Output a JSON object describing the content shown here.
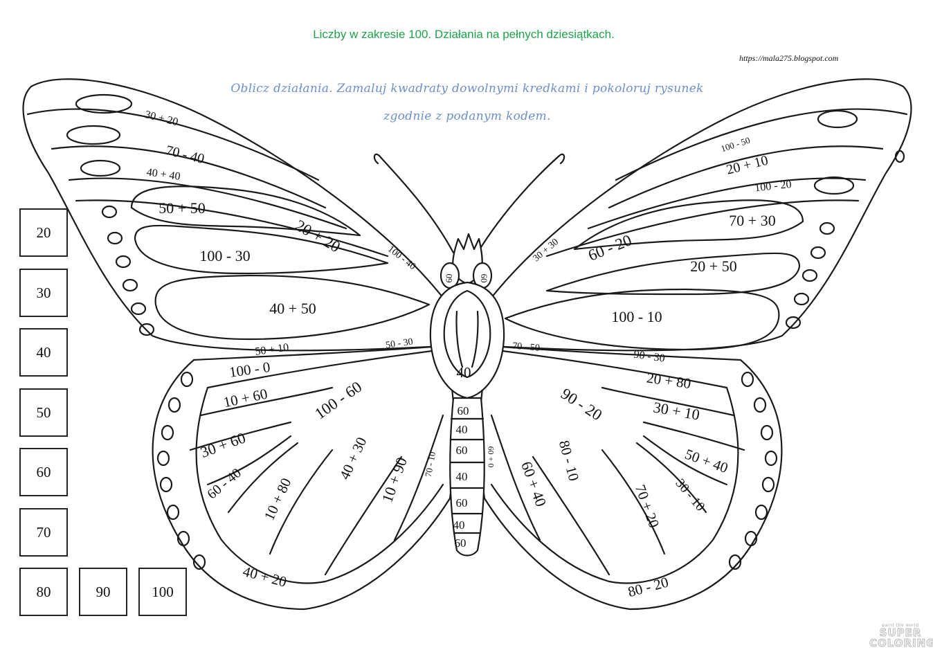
{
  "title": "Liczby w zakresie 100. Działania na pełnych dziesiątkach.",
  "url": "https://mala275.blogspot.com",
  "instructions": {
    "line1": "Oblicz działania. Zamaluj kwadraty dowolnymi kredkami i pokoloruj rysunek",
    "line2": "zgodnie z podanym kodem."
  },
  "legend": [
    "20",
    "30",
    "40",
    "50",
    "60",
    "70",
    "80",
    "90",
    "100"
  ],
  "labels": [
    "30 + 20",
    "70 - 40",
    "40 + 40",
    "50 + 50",
    "20 + 20",
    "100 - 30",
    "100 - 40",
    "40 + 50",
    "50 + 10",
    "50 - 30",
    "100 - 0",
    "10 + 60",
    "100 - 60",
    "30 + 60",
    "60 - 40",
    "10 + 80",
    "40 + 30",
    "10 + 90",
    "70 - 10",
    "40 + 20",
    "60",
    "60",
    "40",
    "60",
    "40",
    "60",
    "40",
    "60",
    "40",
    "60",
    "60 + 0",
    "30 + 30",
    "60 - 20",
    "100 - 50",
    "20 + 10",
    "100 - 20",
    "70 + 30",
    "20 + 50",
    "100 - 10",
    "70 - 50",
    "90 - 30",
    "20 + 80",
    "30 + 10",
    "90 - 20",
    "80 - 10",
    "60 + 40",
    "50 + 40",
    "70 + 20",
    "30 - 10",
    "80 - 20"
  ],
  "brand": {
    "small": "paint the world",
    "top": "SUPER",
    "bottom": "COLORING"
  }
}
